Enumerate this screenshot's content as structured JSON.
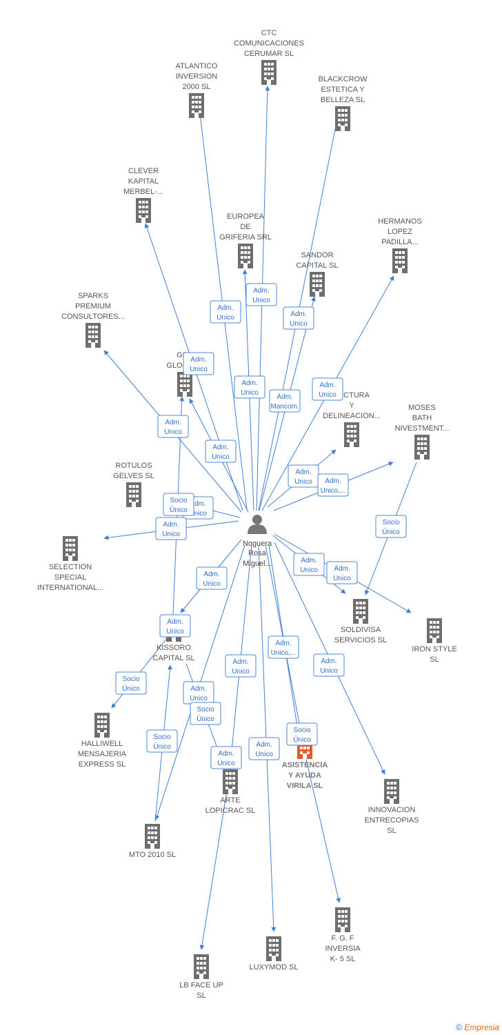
{
  "center": {
    "label": [
      "Noguera",
      "Rosa",
      "Miguel..."
    ]
  },
  "colors": {
    "edge": "#3f7fd6",
    "building": "#6e6e6e",
    "focus": "#e8592a",
    "role_border": "#4a86d6"
  },
  "nodes": [
    {
      "id": "ctc",
      "label": [
        "CTC",
        "COMUNICACIONES",
        "CERUMAR SL"
      ]
    },
    {
      "id": "atlantico",
      "label": [
        "ATLANTICO",
        "INVERSION",
        "2000  SL"
      ]
    },
    {
      "id": "blackcrow",
      "label": [
        "BLACKCROW",
        "ESTETICA Y",
        "BELLEZA  SL"
      ]
    },
    {
      "id": "clever",
      "label": [
        "CLEVER",
        "KAPITAL",
        "MERBEL-..."
      ]
    },
    {
      "id": "europea",
      "label": [
        "EUROPEA",
        "DE",
        "GRIFERIA SRL"
      ]
    },
    {
      "id": "hermanos",
      "label": [
        "HERMANOS",
        "LOPEZ",
        "PADILLA..."
      ]
    },
    {
      "id": "sandor",
      "label": [
        "SANDOR",
        "CAPITAL  SL"
      ]
    },
    {
      "id": "sparks",
      "label": [
        "SPARKS",
        "PREMIUM",
        "CONSULTORES..."
      ]
    },
    {
      "id": "gsc",
      "label": [
        "GSC",
        "GLOBAL..."
      ]
    },
    {
      "id": "tectura",
      "label": [
        "TECTURA",
        "Y",
        "DELINEACION..."
      ]
    },
    {
      "id": "moses",
      "label": [
        "MOSES",
        "BATH",
        "NIVESTMENT..."
      ]
    },
    {
      "id": "rotulos",
      "label": [
        "ROTULOS",
        "GELVES  SL"
      ]
    },
    {
      "id": "selection",
      "label": [
        "SELECTION",
        "SPECIAL",
        "INTERNATIONAL..."
      ]
    },
    {
      "id": "soldivisa",
      "label": [
        "SOLDIVISA",
        "SERVICIOS  SL"
      ]
    },
    {
      "id": "ironstyle",
      "label": [
        "IRON STYLE",
        "SL"
      ]
    },
    {
      "id": "kissoro",
      "label": [
        "KISSORO",
        "CAPITAL  SL"
      ]
    },
    {
      "id": "halliwell",
      "label": [
        "HALLIWELL",
        "MENSAJERIA",
        "EXPRESS  SL"
      ]
    },
    {
      "id": "asistencia",
      "label": [
        "ASISTENCIA",
        "Y AYUDA",
        "VIRILA  SL"
      ]
    },
    {
      "id": "arte",
      "label": [
        "ARTE",
        "LOPICRAC  SL"
      ]
    },
    {
      "id": "innovacion",
      "label": [
        "INNOVACION",
        "ENTRECOPIAS",
        "SL"
      ]
    },
    {
      "id": "mto",
      "label": [
        "MTO 2010  SL"
      ]
    },
    {
      "id": "fgf",
      "label": [
        "F.  G. F",
        "INVERSIA",
        "K- 5 SL"
      ]
    },
    {
      "id": "luxymod",
      "label": [
        "LUXYMOD  SL"
      ]
    },
    {
      "id": "lbface",
      "label": [
        "LB FACE UP",
        "SL"
      ]
    }
  ],
  "roles": [
    {
      "id": "r1",
      "text": [
        "Adm.",
        "Unico"
      ]
    },
    {
      "id": "r2",
      "text": [
        "Adm.",
        "Unico"
      ]
    },
    {
      "id": "r3",
      "text": [
        "Adm.",
        "Unico"
      ]
    },
    {
      "id": "r4",
      "text": [
        "Adm.",
        "Unico"
      ]
    },
    {
      "id": "r5",
      "text": [
        "Adm.",
        "Unico"
      ]
    },
    {
      "id": "r6",
      "text": [
        "Adm.",
        "Mancom."
      ]
    },
    {
      "id": "r7",
      "text": [
        "Adm.",
        "Unico"
      ]
    },
    {
      "id": "r8",
      "text": [
        "Adm.",
        "Unico"
      ]
    },
    {
      "id": "r9",
      "text": [
        "Adm.",
        "Unico"
      ]
    },
    {
      "id": "r10",
      "text": [
        "Adm.",
        "Unico"
      ]
    },
    {
      "id": "r11",
      "text": [
        "Adm.",
        "Unico,..."
      ]
    },
    {
      "id": "r12",
      "text": [
        "Adm.",
        "Unico"
      ]
    },
    {
      "id": "r13",
      "text": [
        "Socio",
        "Único"
      ]
    },
    {
      "id": "r14",
      "text": [
        "Adm.",
        "Unico"
      ]
    },
    {
      "id": "r15",
      "text": [
        "Socio",
        "Único"
      ]
    },
    {
      "id": "r16",
      "text": [
        "Adm.",
        "Unico"
      ]
    },
    {
      "id": "r17",
      "text": [
        "Adm.",
        "Unico"
      ]
    },
    {
      "id": "r18",
      "text": [
        "Adm.",
        "Unico"
      ]
    },
    {
      "id": "r19",
      "text": [
        "Adm.",
        "Unico"
      ]
    },
    {
      "id": "r20",
      "text": [
        "Socio",
        "Único"
      ]
    },
    {
      "id": "r21",
      "text": [
        "Adm.",
        "Unico"
      ]
    },
    {
      "id": "r22",
      "text": [
        "Adm.",
        "Unico,..."
      ]
    },
    {
      "id": "r23",
      "text": [
        "Adm.",
        "Unico"
      ]
    },
    {
      "id": "r24",
      "text": [
        "Adm.",
        "Unico"
      ]
    },
    {
      "id": "r25",
      "text": [
        "Socio",
        "Único"
      ]
    },
    {
      "id": "r26",
      "text": [
        "Socio",
        "Único"
      ]
    },
    {
      "id": "r27",
      "text": [
        "Adm.",
        "Unico"
      ]
    },
    {
      "id": "r28",
      "text": [
        "Socio",
        "Único"
      ]
    },
    {
      "id": "r29",
      "text": [
        "Adm.",
        "Unico"
      ]
    },
    {
      "id": "r30",
      "text": [
        "Socio",
        "Único"
      ]
    }
  ],
  "footer": {
    "copyright": "©",
    "brand": "Empresia"
  }
}
